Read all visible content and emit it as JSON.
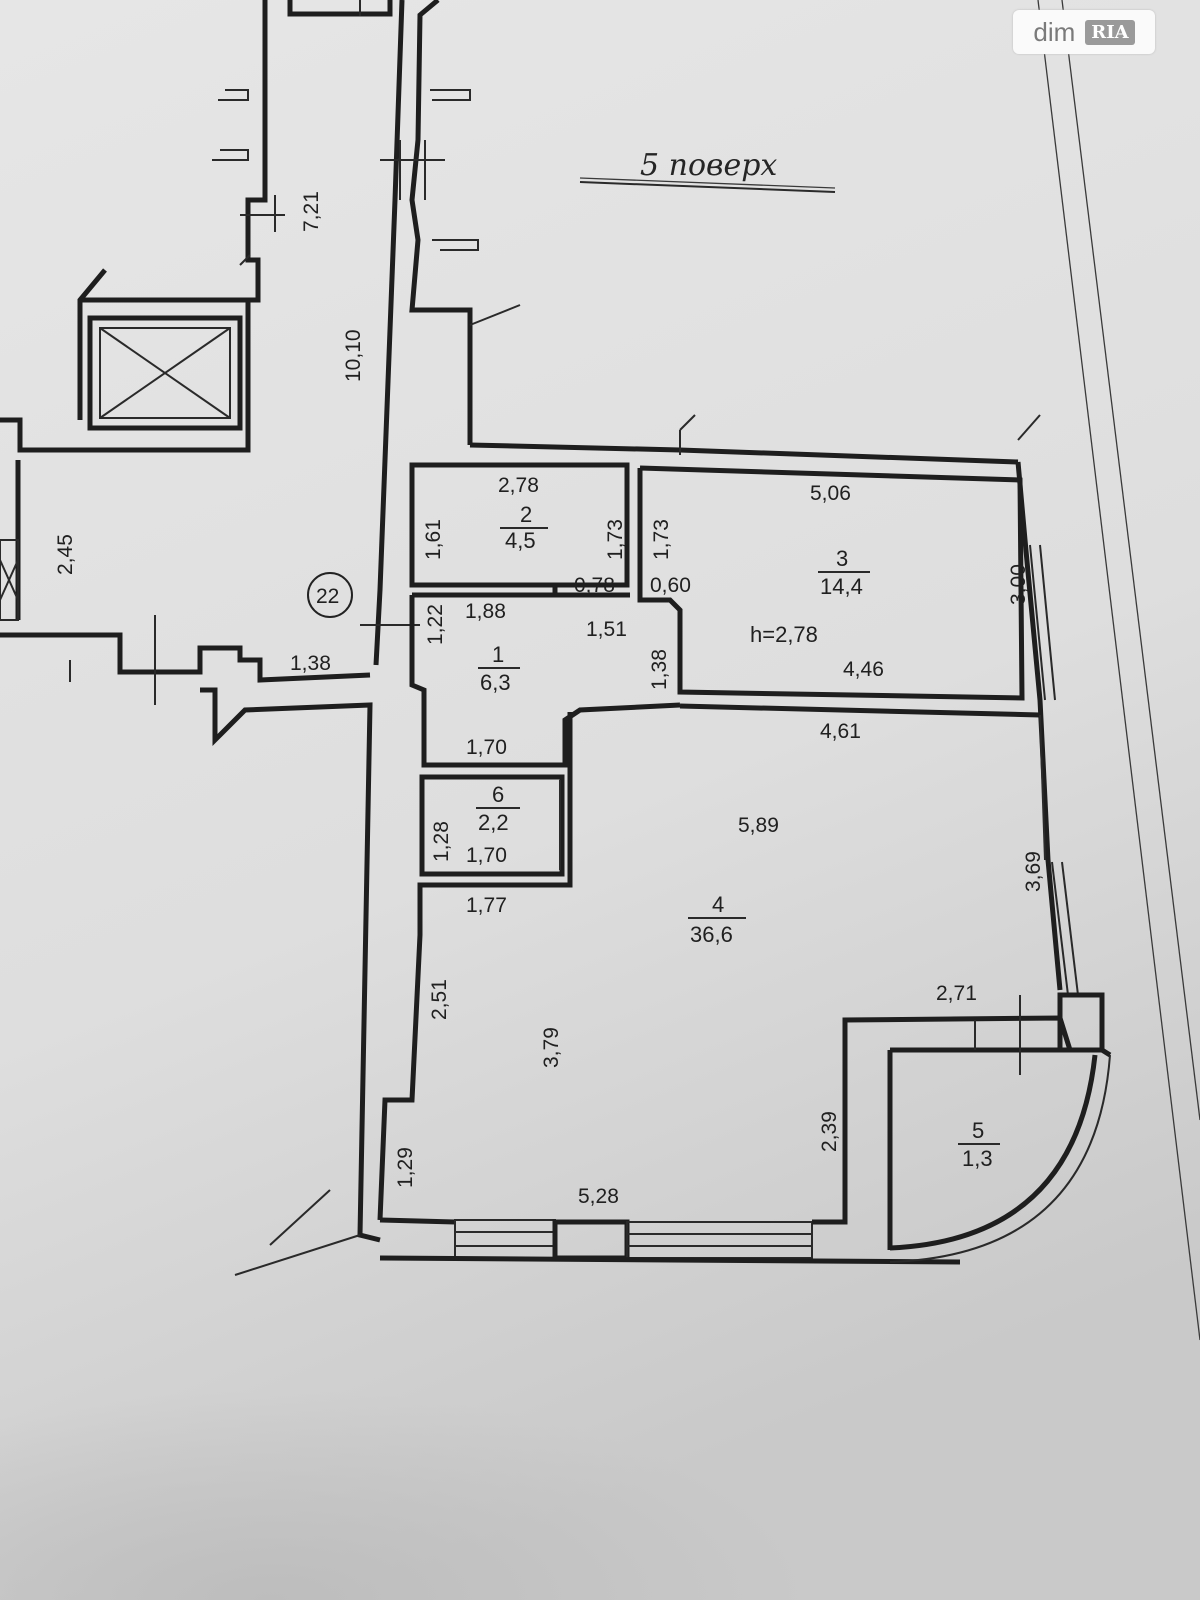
{
  "floor_title": "5 поверх",
  "watermark": {
    "brand": "dim",
    "brand_mark": "RIA"
  },
  "apartment_number": "22",
  "rooms": [
    {
      "number": "1",
      "area": "6,3"
    },
    {
      "number": "2",
      "area": "4,5"
    },
    {
      "number": "3",
      "area": "14,4"
    },
    {
      "number": "4",
      "area": "36,6"
    },
    {
      "number": "5",
      "area": "1,3"
    },
    {
      "number": "6",
      "area": "2,2"
    }
  ],
  "ceiling_height": "h=2,78",
  "dimensions": {
    "stair_len": "7,21",
    "corridor_len": "10,10",
    "left_245": "2,45",
    "corr_138": "1,38",
    "r2_top": "2,78",
    "r2_left": "1,61",
    "r2_right": "1,73",
    "r2_step": "0,78",
    "r3_left": "1,73",
    "r3_step": "0,60",
    "r3_top": "5,06",
    "r3_right": "3,00",
    "r3_bottom": "4,46",
    "r1_left": "1,22",
    "r1_top": "1,88",
    "r1_mid": "1,51",
    "r1_right": "1,38",
    "r1_bottom": "1,70",
    "r6_left": "1,28",
    "r6_bottom": "1,70",
    "r4_top": "4,61",
    "r4_mid": "5,89",
    "r4_right": "3,69",
    "r4_177": "1,77",
    "r4_251": "2,51",
    "r4_379": "3,79",
    "r4_129": "1,29",
    "r4_bottom": "5,28",
    "r4_239": "2,39",
    "r4_271": "2,71"
  }
}
